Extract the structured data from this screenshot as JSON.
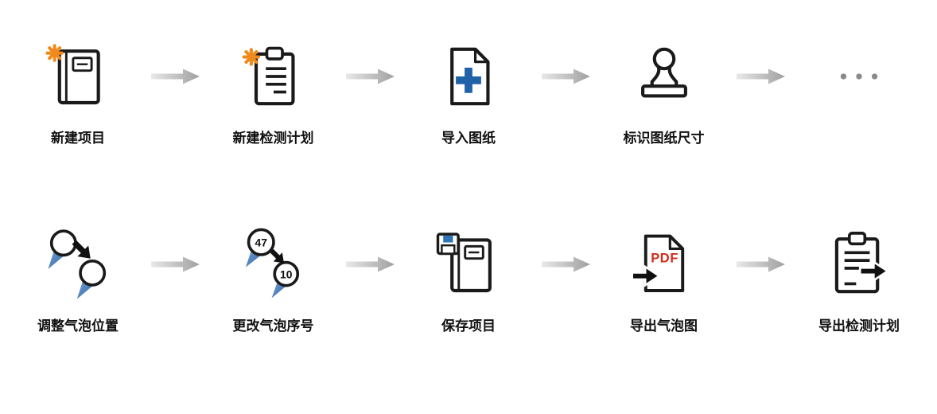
{
  "page": {
    "background": "#ffffff"
  },
  "colors": {
    "icon_outline": "#1a1a1a",
    "accent_orange": "#ef8b1d",
    "accent_blue": "#2062a8",
    "bubble_blue": "#3372b5",
    "pdf_red": "#d42b1e",
    "arrow_gray_light": "#e8e8e8",
    "arrow_gray_dark": "#a0a0a0",
    "dots_gray": "#8a8a8a",
    "label_color": "#111111"
  },
  "workflow": {
    "rows": [
      {
        "steps": [
          {
            "id": "new-project",
            "label": "新建项目"
          },
          {
            "id": "new-inspection-plan",
            "label": "新建检测计划"
          },
          {
            "id": "import-drawing",
            "label": "导入图纸"
          },
          {
            "id": "mark-drawing-size",
            "label": "标识图纸尺寸"
          },
          {
            "id": "more-steps",
            "label": ""
          }
        ]
      },
      {
        "steps": [
          {
            "id": "adjust-bubble-position",
            "label": "调整气泡位置"
          },
          {
            "id": "change-bubble-number",
            "label": "更改气泡序号",
            "bubble_from": "47",
            "bubble_to": "10"
          },
          {
            "id": "save-project",
            "label": "保存项目"
          },
          {
            "id": "export-bubble-drawing",
            "label": "导出气泡图",
            "file_type_label": "PDF"
          },
          {
            "id": "export-inspection-plan",
            "label": "导出检测计划"
          }
        ]
      }
    ]
  }
}
